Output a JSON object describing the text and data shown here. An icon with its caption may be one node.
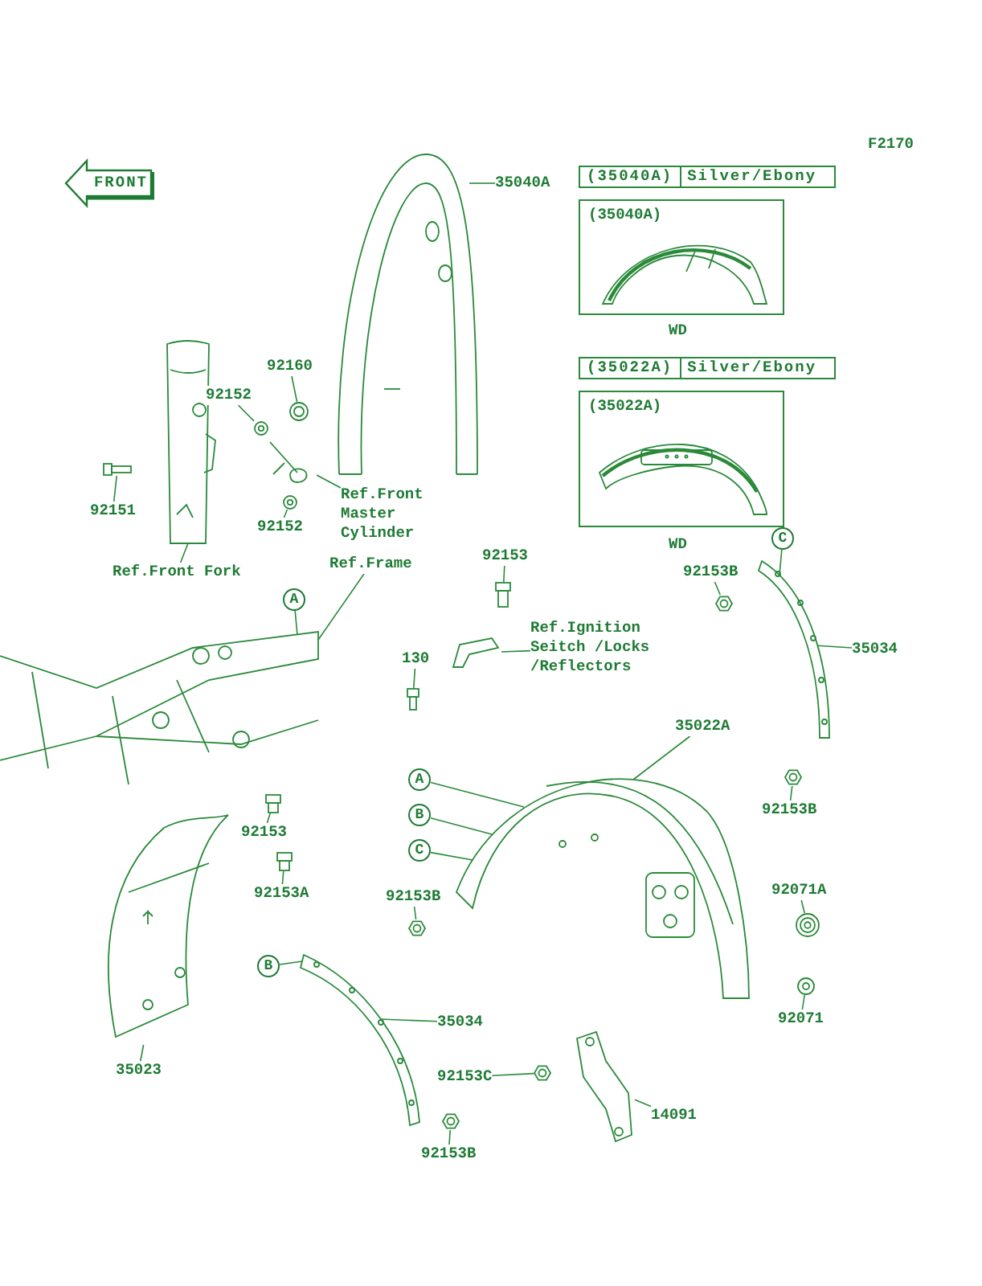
{
  "diagram": {
    "nodes": [
      {
        "text": [
          "FRONT"
        ]
      },
      {
        "text": [
          "35040A"
        ]
      },
      {
        "text": [],
        "shape": "picture"
      },
      {
        "text": [
          "(35040A)",
          "Silver/Ebony"
        ]
      },
      {
        "text": [
          "(35040A)"
        ],
        "beside": [
          "WD"
        ]
      },
      {
        "text": [],
        "shape": "picture",
        "in": 4
      },
      {
        "text": [
          "92160"
        ]
      },
      {
        "text": [
          "92152"
        ]
      },
      {
        "text": [],
        "shape": "picture"
      },
      {
        "text": [],
        "shape": "picture"
      },
      {
        "text": [],
        "shape": "picture"
      },
      {
        "text": [],
        "shape": "picture"
      },
      {
        "text": [
          "(35022A)",
          "Silver/Ebony"
        ]
      },
      {
        "text": [
          "(35022A)"
        ],
        "beside": [
          "WD"
        ]
      },
      {
        "text": [],
        "shape": "picture",
        "in": 13
      },
      {
        "text": [],
        "shape": "picture"
      },
      {
        "text": [
          "92151"
        ]
      },
      {
        "text": [],
        "shape": "picture"
      },
      {
        "text": [
          "Ref.Front Master Cylinder"
        ]
      },
      {
        "text": [
          "92152"
        ]
      },
      {
        "text": [
          "Ref.Front Fork"
        ]
      },
      {
        "text": [
          "Ref.Frame"
        ]
      },
      {
        "text": [
          "92153"
        ]
      },
      {
        "text": [
          "92153B"
        ]
      },
      {
        "text": [
          "C"
        ]
      },
      {
        "text": [
          "A"
        ]
      },
      {
        "text": [],
        "shape": "picture"
      },
      {
        "text": [],
        "shape": "picture"
      },
      {
        "text": [],
        "shape": "picture"
      },
      {
        "text": [],
        "shape": "picture"
      },
      {
        "text": [
          "Ref.Ignition Seitch /Locks /Reflectors"
        ]
      },
      {
        "text": [],
        "shape": "picture"
      },
      {
        "text": [
          "130"
        ]
      },
      {
        "text": [
          "35034"
        ]
      },
      {
        "text": [],
        "shape": "picture"
      },
      {
        "text": [
          "35022A"
        ]
      },
      {
        "text": [],
        "shape": "picture"
      },
      {
        "text": [
          "A"
        ]
      },
      {
        "text": [],
        "shape": "picture"
      },
      {
        "text": [
          "B"
        ]
      },
      {
        "text": [
          "C"
        ]
      },
      {
        "text": [
          "92153B"
        ]
      },
      {
        "text": [],
        "shape": "picture"
      },
      {
        "text": [
          "92153"
        ]
      },
      {
        "text": [],
        "shape": "picture"
      },
      {
        "text": [],
        "shape": "picture"
      },
      {
        "text": [
          "92153A"
        ]
      },
      {
        "text": [
          "92071A"
        ]
      },
      {
        "text": [
          "92153B"
        ]
      },
      {
        "text": [],
        "shape": "picture"
      },
      {
        "text": [],
        "shape": "picture"
      },
      {
        "text": [
          "B"
        ]
      },
      {
        "text": [],
        "shape": "picture"
      },
      {
        "text": [],
        "shape": "picture"
      },
      {
        "text": [
          "92071"
        ]
      },
      {
        "text": [
          "35034"
        ]
      },
      {
        "text": [
          "92153C"
        ]
      },
      {
        "text": [],
        "shape": "picture"
      },
      {
        "text": [],
        "shape": "picture"
      },
      {
        "text": [
          "35023"
        ]
      },
      {
        "text": [
          "14091"
        ]
      },
      {
        "text": [],
        "shape": "picture"
      },
      {
        "text": [
          "92153B"
        ]
      }
    ],
    "edges": [
      {
        "from": 1,
        "to": 2,
        "arrow": "none"
      },
      {
        "from": 6,
        "to": 9,
        "arrow": "none"
      },
      {
        "from": 7,
        "to": 8,
        "arrow": "none"
      },
      {
        "from": 16,
        "to": 11,
        "arrow": "none"
      },
      {
        "from": 20,
        "to": 10,
        "arrow": "none"
      },
      {
        "from": 19,
        "to": 17,
        "arrow": "none"
      },
      {
        "from": 18,
        "to": 15,
        "arrow": "none"
      },
      {
        "from": 21,
        "to": 26,
        "arrow": "none"
      },
      {
        "from": 25,
        "to": 26,
        "arrow": "none"
      },
      {
        "from": 22,
        "to": 27,
        "arrow": "none"
      },
      {
        "from": 30,
        "to": 31,
        "arrow": "none"
      },
      {
        "from": 32,
        "to": 34,
        "arrow": "none"
      },
      {
        "from": 35,
        "to": 36,
        "arrow": "none"
      },
      {
        "from": 23,
        "to": 28,
        "arrow": "none"
      },
      {
        "from": 24,
        "to": 29,
        "arrow": "none"
      },
      {
        "from": 33,
        "to": 29,
        "arrow": "none"
      },
      {
        "from": 41,
        "to": 38,
        "arrow": "none"
      },
      {
        "from": 43,
        "to": 42,
        "arrow": "none"
      },
      {
        "from": 46,
        "to": 45,
        "arrow": "none"
      },
      {
        "from": 59,
        "to": 44,
        "arrow": "none"
      },
      {
        "from": 37,
        "to": 36,
        "arrow": "none"
      },
      {
        "from": 39,
        "to": 36,
        "arrow": "none"
      },
      {
        "from": 40,
        "to": 36,
        "arrow": "none"
      },
      {
        "from": 48,
        "to": 49,
        "arrow": "none"
      },
      {
        "from": 51,
        "to": 52,
        "arrow": "none"
      },
      {
        "from": 55,
        "to": 52,
        "arrow": "none"
      },
      {
        "from": 56,
        "to": 57,
        "arrow": "none"
      },
      {
        "from": 60,
        "to": 58,
        "arrow": "none"
      },
      {
        "from": 62,
        "to": 61,
        "arrow": "none"
      },
      {
        "from": 47,
        "to": 50,
        "arrow": "none"
      },
      {
        "from": 54,
        "to": 53,
        "arrow": "none"
      }
    ],
    "labels": [
      "F2170"
    ]
  }
}
